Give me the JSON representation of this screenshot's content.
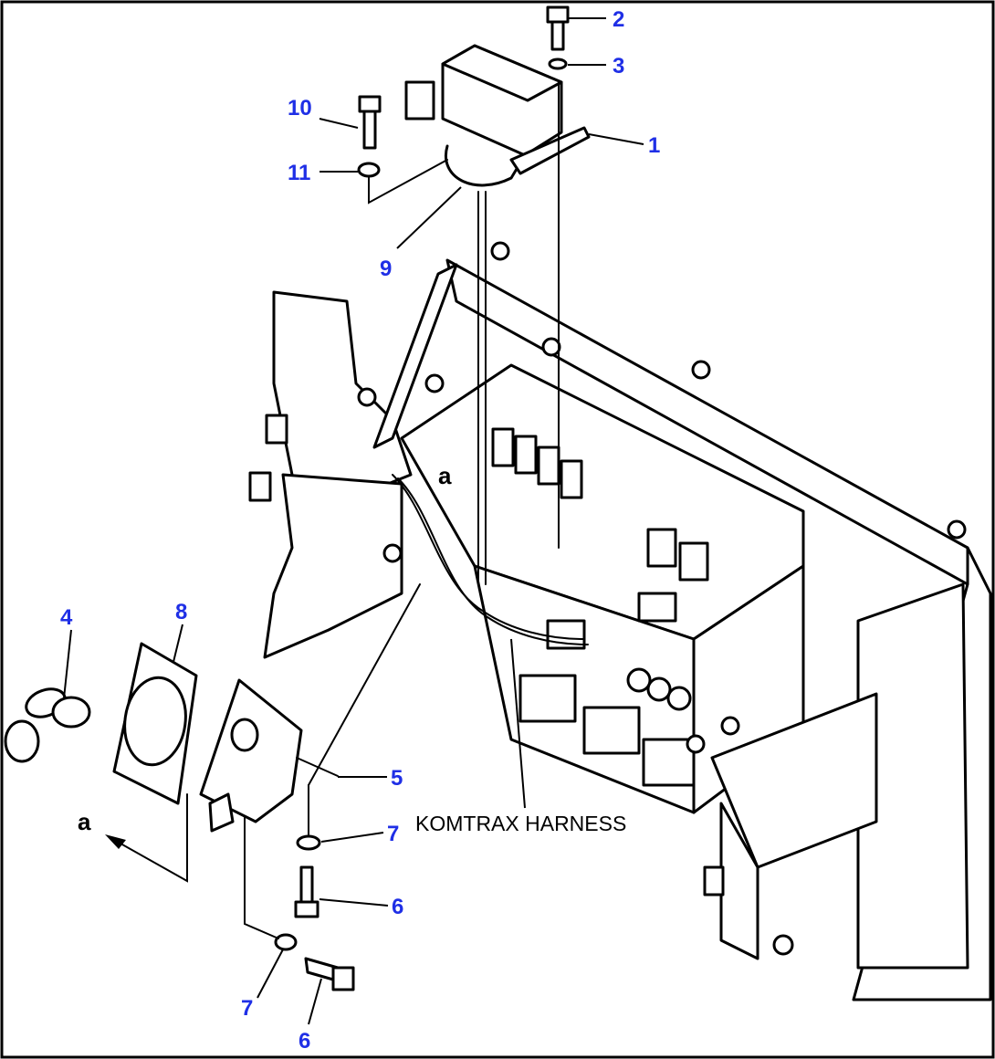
{
  "callouts": {
    "c1": "1",
    "c2": "2",
    "c3": "3",
    "c4": "4",
    "c5": "5",
    "c6a": "6",
    "c6b": "6",
    "c7a": "7",
    "c7b": "7",
    "c8": "8",
    "c9": "9",
    "c10": "10",
    "c11": "11"
  },
  "labels": {
    "harness": "KOMTRAX HARNESS",
    "view_a": "a",
    "view_a_small": "a"
  },
  "colors": {
    "callout": "#1f2fe6",
    "line": "#000000"
  }
}
